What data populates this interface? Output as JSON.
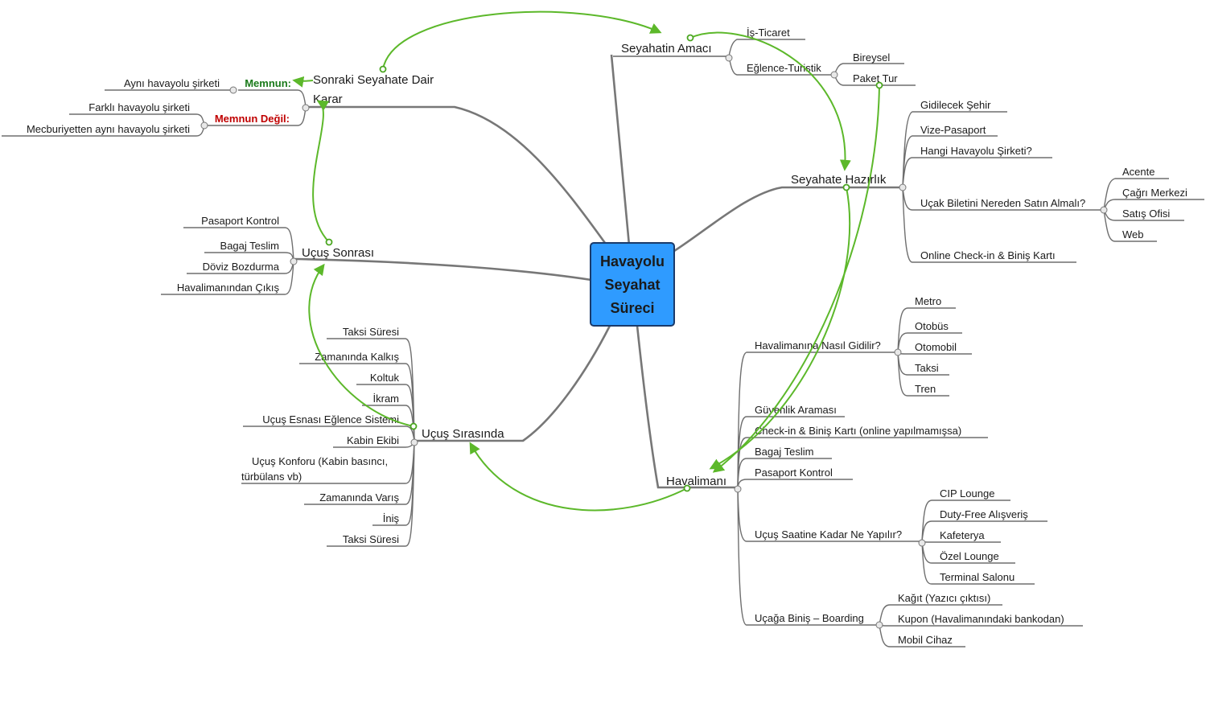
{
  "center": {
    "line1": "Havayolu",
    "line2": "Seyahat",
    "line3": "Süreci",
    "fill": "#2f9bff",
    "border": "#1a3a6a"
  },
  "branches": {
    "amac": {
      "title": "Seyahatin Amacı",
      "is": "İş-Ticaret",
      "eglence": "Eğlence-Turistik",
      "bireysel": "Bireysel",
      "paket": "Paket Tur"
    },
    "hazirlik": {
      "title": "Seyahate Hazırlık",
      "items": [
        "Gidilecek Şehir",
        "Vize-Pasaport",
        "Hangi Havayolu Şirketi?",
        "Uçak Biletini Nereden Satın Almalı?",
        "Online Check-in & Biniş Kartı"
      ],
      "bilet_sub": [
        "Acente",
        "Çağrı Merkezi",
        "Satış Ofisi",
        "Web"
      ]
    },
    "havalimani": {
      "title": "Havalimanı",
      "nasil": "Havalimanına Nasıl Gidilir?",
      "nasil_sub": [
        "Metro",
        "Otobüs",
        "Otomobil",
        "Taksi",
        "Tren"
      ],
      "guvenlik": "Güvenlik Araması",
      "checkin": "Check-in & Biniş Kartı (online yapılmamışsa)",
      "bagaj": "Bagaj Teslim",
      "pasaport": "Pasaport Kontrol",
      "saat": "Uçuş Saatine Kadar Ne Yapılır?",
      "saat_sub": [
        "CIP Lounge",
        "Duty-Free Alışveriş",
        "Kafeterya",
        "Özel Lounge",
        "Terminal Salonu"
      ],
      "binis": "Uçağa Biniş – Boarding",
      "binis_sub": [
        "Kağıt (Yazıcı çıktısı)",
        "Kupon (Havalimanındaki bankodan)",
        "Mobil Cihaz"
      ]
    },
    "sirasinda": {
      "title": "Uçuş Sırasında",
      "items": [
        "Taksi Süresi",
        "Zamanında Kalkış",
        "Koltuk",
        "İkram",
        "Uçuş Esnası Eğlence Sistemi",
        "Kabin Ekibi",
        "Zamanında Varış",
        "İniş",
        "Taksi Süresi"
      ],
      "konfor_line1": "Uçuş Konforu (Kabin basıncı,",
      "konfor_line2": "türbülans vb)"
    },
    "sonrasi": {
      "title": "Uçuş Sonrası",
      "items": [
        "Pasaport Kontrol",
        "Bagaj Teslim",
        "Döviz Bozdurma",
        "Havalimanından Çıkış"
      ]
    },
    "karar": {
      "title_line1": "Sonraki Seyahate Dair",
      "title_line2": "Karar",
      "memnun": "Memnun:",
      "memnun_sub": "Aynı havayolu şirketi",
      "degil": "Memnun Değil:",
      "degil_sub": [
        "Farklı havayolu şirketi",
        "Mecburiyetten aynı havayolu şirketi"
      ]
    }
  },
  "colors": {
    "arrow": "#5cb82a",
    "memnun": "#1a7a1a",
    "degil": "#c00000"
  }
}
